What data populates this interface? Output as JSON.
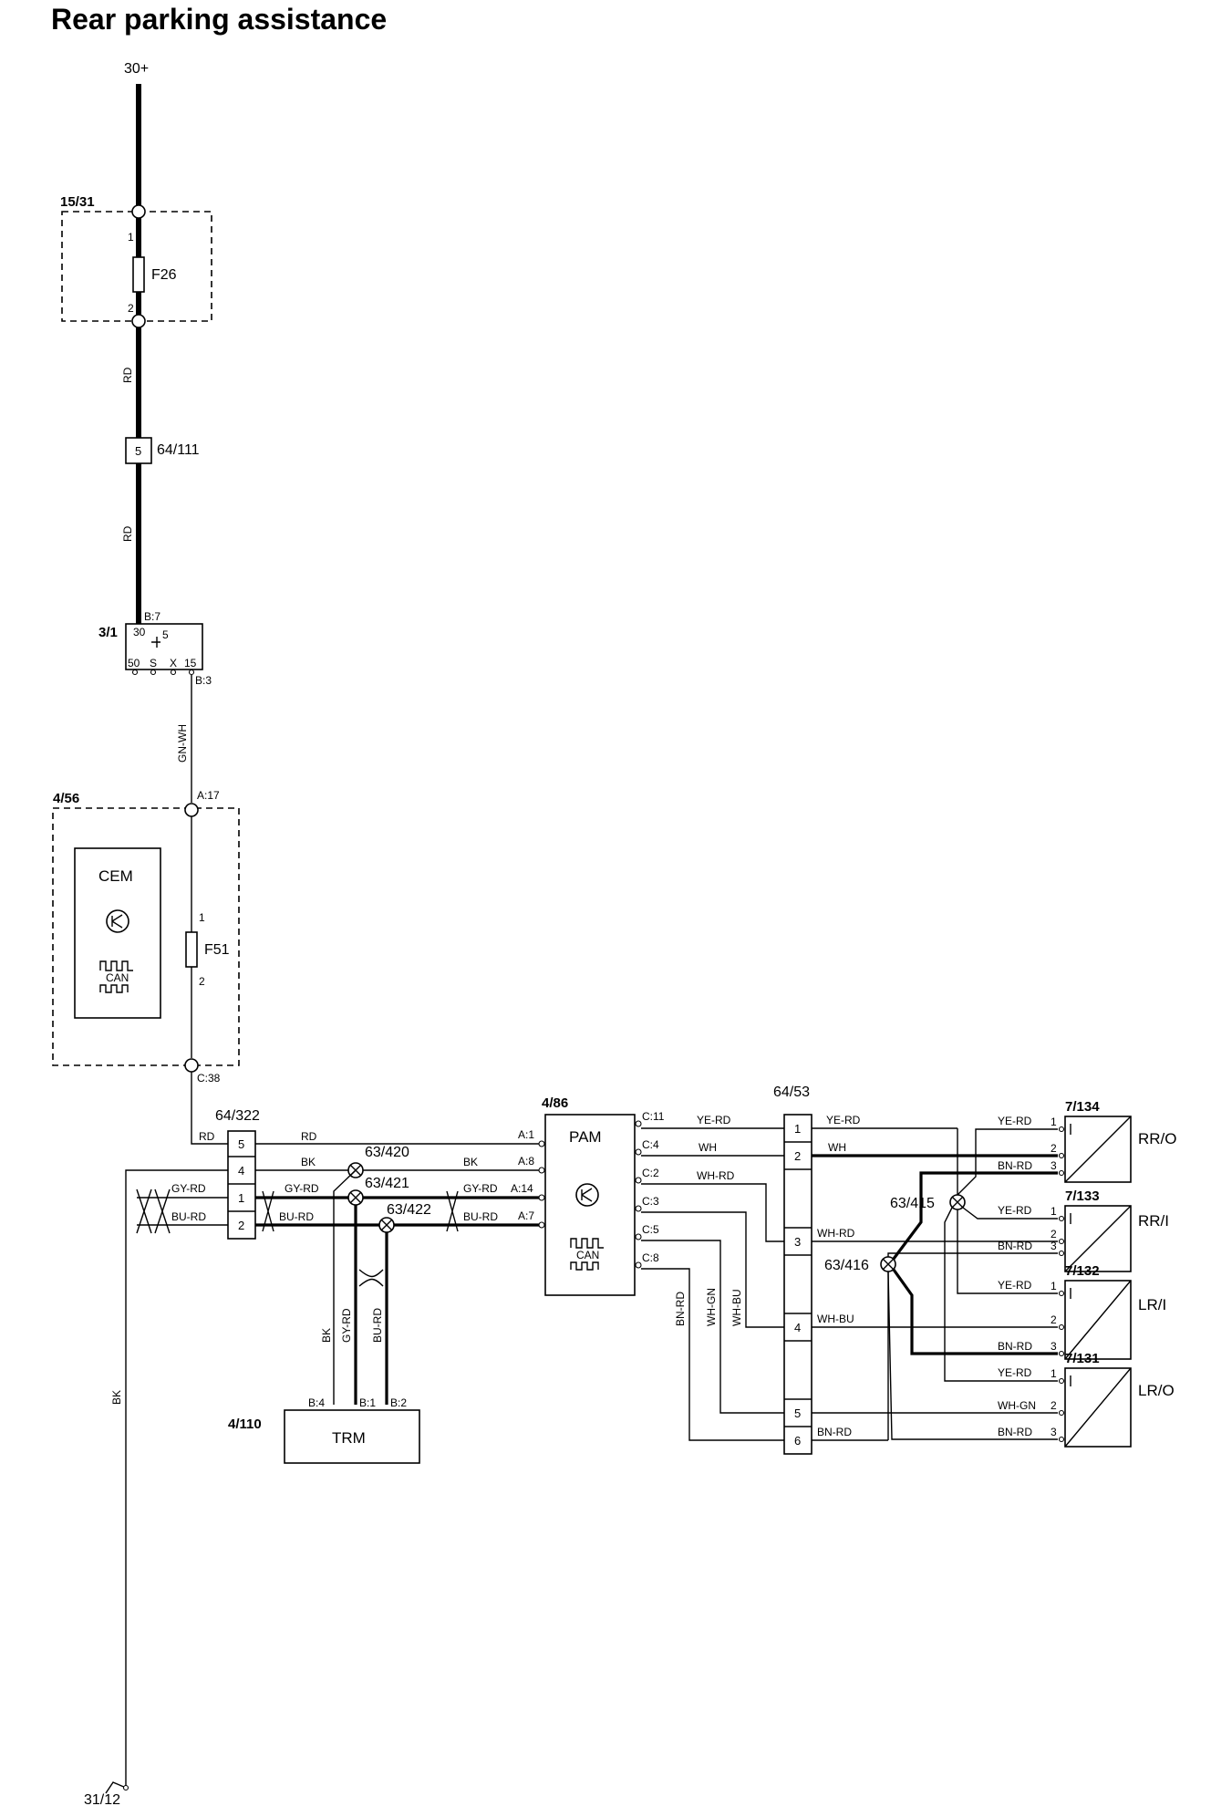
{
  "title": "Rear parking assistance",
  "supply": {
    "terminal": "30+"
  },
  "fuse_box": {
    "id": "15/31",
    "fuse": "F26",
    "pin1": "1",
    "pin2": "2"
  },
  "wire_colors": {
    "rd": "RD",
    "gn_wh": "GN-WH",
    "bk": "BK",
    "gy_rd": "GY-RD",
    "bu_rd": "BU-RD",
    "ye_rd": "YE-RD",
    "wh": "WH",
    "wh_rd": "WH-RD",
    "wh_bu": "WH-BU",
    "wh_gn": "WH-GN",
    "bn_rd": "BN-RD"
  },
  "connector_64_111": {
    "id": "64/111",
    "pin": "5"
  },
  "ignition_switch": {
    "id": "3/1",
    "top_pin": "B:7",
    "bottom_pin": "B:3",
    "terminals": {
      "t30": "30",
      "t5": "5",
      "t50": "50",
      "ts": "S",
      "tx": "X",
      "t15": "15"
    }
  },
  "cem": {
    "id": "4/56",
    "label": "CEM",
    "can": "CAN",
    "fuse": "F51",
    "pin1": "1",
    "pin2": "2",
    "in_pin": "A:17",
    "out_pin": "C:38"
  },
  "connector_64_322": {
    "id": "64/322",
    "pins": [
      "5",
      "4",
      "1",
      "2"
    ]
  },
  "splices": {
    "s420": "63/420",
    "s421": "63/421",
    "s422": "63/422",
    "s415": "63/415",
    "s416": "63/416"
  },
  "pam": {
    "id": "4/86",
    "label": "PAM",
    "can": "CAN",
    "left_pins": [
      "A:1",
      "A:8",
      "A:14",
      "A:7"
    ],
    "right_pins": [
      "C:11",
      "C:4",
      "C:2",
      "C:3",
      "C:5",
      "C:8"
    ]
  },
  "connector_64_53": {
    "id": "64/53",
    "pins": [
      "1",
      "2",
      "3",
      "4",
      "5",
      "6"
    ]
  },
  "trm": {
    "id": "4/110",
    "label": "TRM",
    "pins": [
      "B:4",
      "B:1",
      "B:2"
    ]
  },
  "sensors": [
    {
      "id": "7/134",
      "label": "RR/O"
    },
    {
      "id": "7/133",
      "label": "RR/I"
    },
    {
      "id": "7/132",
      "label": "LR/I"
    },
    {
      "id": "7/131",
      "label": "LR/O"
    }
  ],
  "sensor_pins": [
    "1",
    "2",
    "3"
  ],
  "ground": {
    "id": "31/12"
  }
}
